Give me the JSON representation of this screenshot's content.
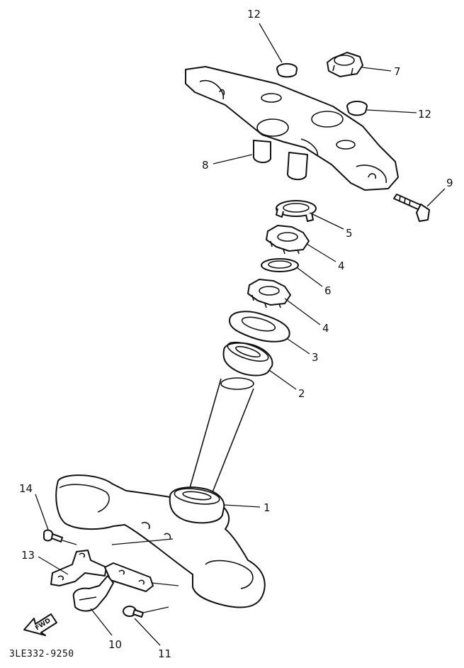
{
  "diagram_code": "3LE332-9250",
  "forward_arrow_label": "FWD",
  "callouts": {
    "c1": "1",
    "c2": "2",
    "c3": "3",
    "c4a": "4",
    "c4b": "4",
    "c5": "5",
    "c6": "6",
    "c7": "7",
    "c8": "8",
    "c9": "9",
    "c10": "10",
    "c11": "11",
    "c12a": "12",
    "c12b": "12",
    "c13": "13",
    "c14": "14"
  }
}
